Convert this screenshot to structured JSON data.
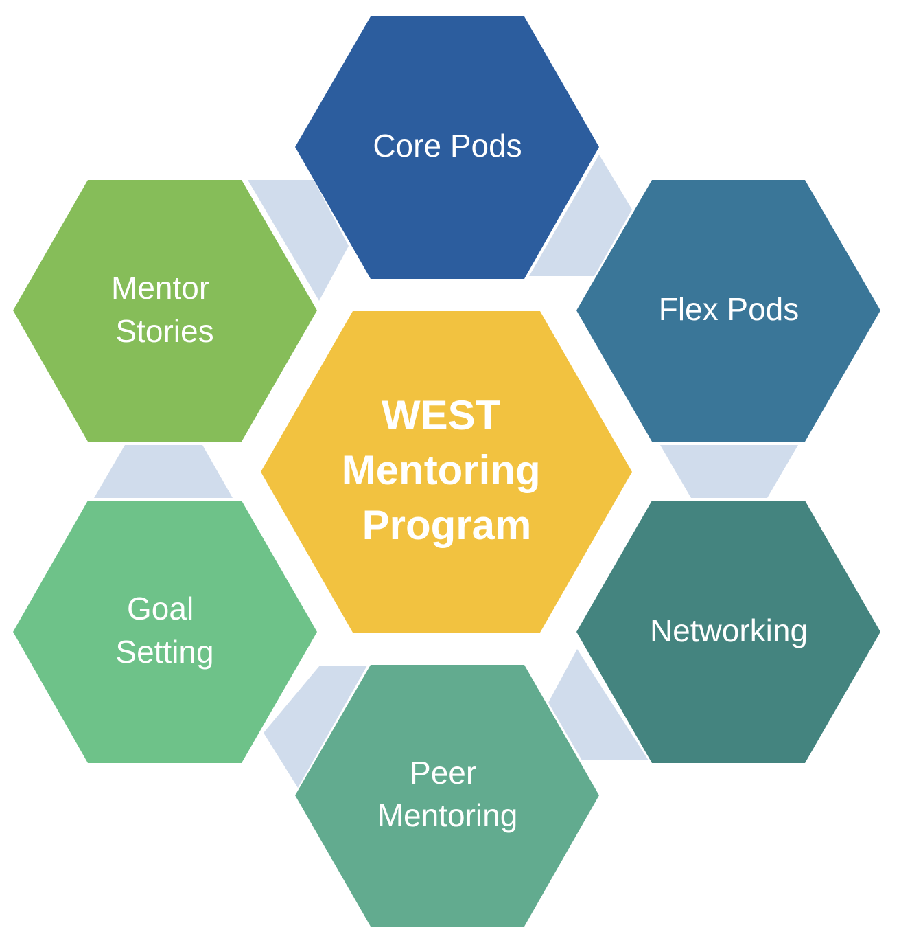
{
  "diagram": {
    "center": {
      "lines": [
        "WEST",
        "Mentoring",
        "Program"
      ],
      "color": "#F2C240"
    },
    "connector_color": "#D0DCEC",
    "nodes": [
      {
        "id": "core-pods",
        "lines": [
          "Core Pods"
        ],
        "color": "#2C5D9E"
      },
      {
        "id": "flex-pods",
        "lines": [
          "Flex Pods"
        ],
        "color": "#3A7698"
      },
      {
        "id": "networking",
        "lines": [
          "Networking"
        ],
        "color": "#44847F"
      },
      {
        "id": "peer-mentoring",
        "lines": [
          "Peer",
          "Mentoring"
        ],
        "color": "#62AB8F"
      },
      {
        "id": "goal-setting",
        "lines": [
          "Goal",
          "Setting"
        ],
        "color": "#6EC289"
      },
      {
        "id": "mentor-stories",
        "lines": [
          "Mentor",
          "Stories"
        ],
        "color": "#86BD59"
      }
    ]
  }
}
